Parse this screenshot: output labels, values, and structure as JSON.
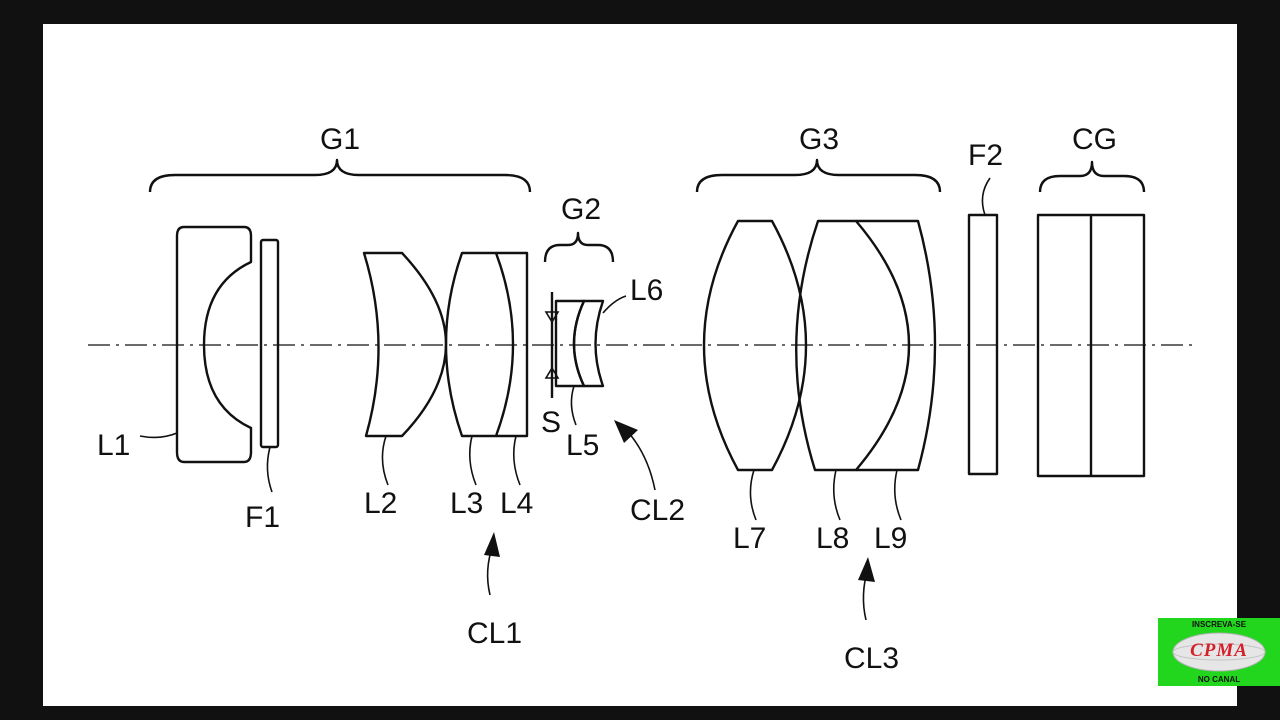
{
  "groups": {
    "g1": "G1",
    "g2": "G2",
    "g3": "G3",
    "f2": "F2",
    "cg": "CG"
  },
  "lenses": {
    "l1": "L1",
    "f1": "F1",
    "l2": "L2",
    "l3": "L3",
    "l4": "L4",
    "s": "S",
    "l5": "L5",
    "l6": "L6",
    "l7": "L7",
    "l8": "L8",
    "l9": "L9"
  },
  "cemented": {
    "cl1": "CL1",
    "cl2": "CL2",
    "cl3": "CL3"
  },
  "badge": {
    "top_text": "INSCREVA-SE",
    "logo_text": "CPMA",
    "bottom_text": "NO CANAL"
  },
  "colors": {
    "letterbox": "#111111",
    "paper": "#ffffff",
    "ink": "#111111",
    "badge_bg": "#22d61e",
    "badge_logo": "#d4202a"
  }
}
